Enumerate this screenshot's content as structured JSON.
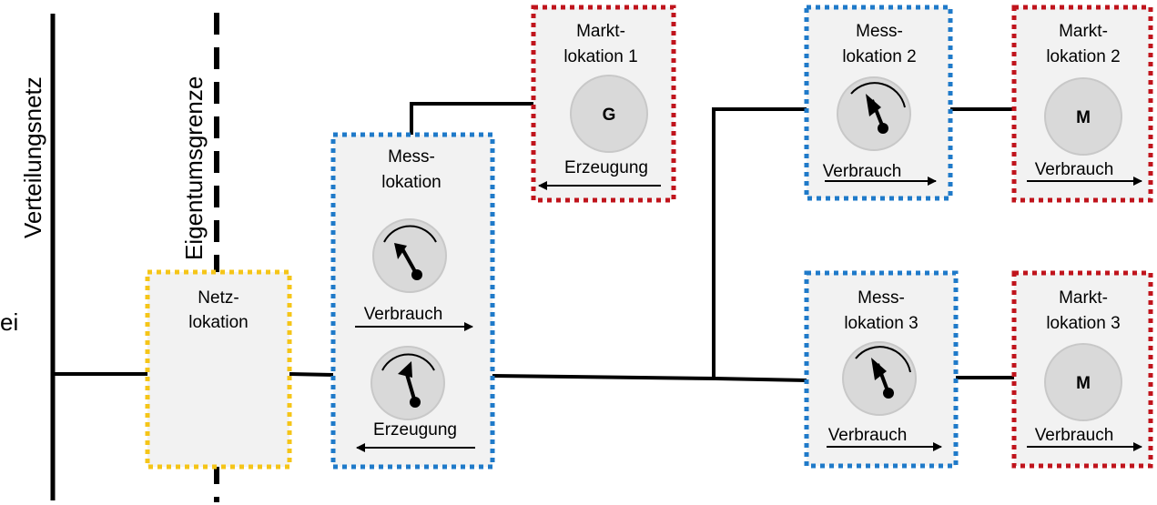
{
  "labels": {
    "grid": "Verteilungsnetz",
    "boundary": "Eigentumsgrenze",
    "left_fragment": "ei"
  },
  "netzlokation": {
    "line1": "Netz-",
    "line2": "lokation"
  },
  "messlokation_main": {
    "line1": "Mess-",
    "line2": "lokation",
    "flow1": "Verbrauch",
    "flow2": "Erzeugung"
  },
  "marktlokation_1": {
    "line1": "Markt-",
    "line2": "lokation 1",
    "symbol": "G",
    "flow": "Erzeugung"
  },
  "messlokation_2": {
    "line1": "Mess-",
    "line2": "lokation 2",
    "flow": "Verbrauch"
  },
  "marktlokation_2": {
    "line1": "Markt-",
    "line2": "lokation 2",
    "symbol": "M",
    "flow": "Verbrauch"
  },
  "messlokation_3": {
    "line1": "Mess-",
    "line2": "lokation 3",
    "flow": "Verbrauch"
  },
  "marktlokation_3": {
    "line1": "Markt-",
    "line2": "lokation 3",
    "symbol": "M",
    "flow": "Verbrauch"
  },
  "colors": {
    "netz_border": "#f5c518",
    "mess_border": "#1f7ac9",
    "markt_border": "#c0141c",
    "box_fill": "#f2f2f2",
    "circle_fill": "#d9d9d9"
  }
}
